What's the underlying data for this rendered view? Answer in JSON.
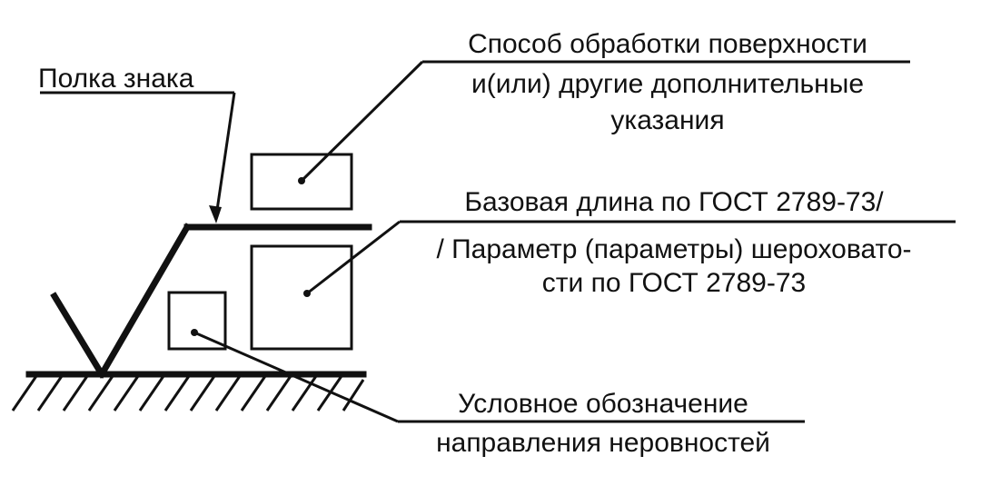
{
  "diagram": {
    "labels": {
      "shelf": "Полка знака",
      "processing_line1": "Способ обработки поверхности",
      "processing_line2": "и(или) другие дополнительные",
      "processing_line3": "указания",
      "base_length": "Базовая длина по ГОСТ 2789-73/",
      "roughness_line1": "/ Параметр (параметры) шероховато-",
      "roughness_line2": "сти по ГОСТ 2789-73",
      "direction_line1": "Условное обозначение",
      "direction_line2": "направления неровностей"
    },
    "colors": {
      "ink": "#111111",
      "background": "#ffffff"
    }
  }
}
